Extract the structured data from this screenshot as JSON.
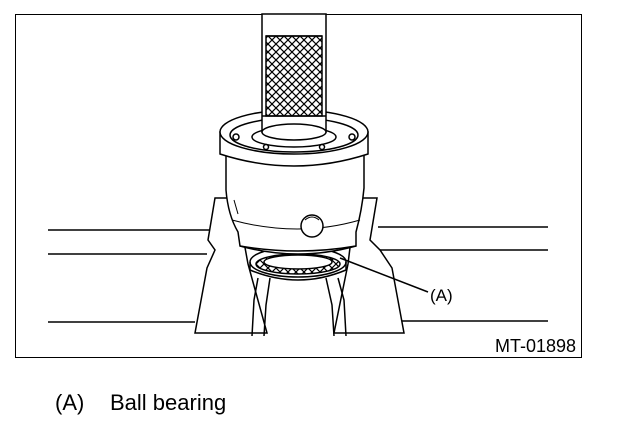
{
  "figure": {
    "callout_label": "(A)",
    "figure_id": "MT-01898"
  },
  "legend": {
    "items": [
      {
        "tag": "(A)",
        "text": "Ball bearing"
      }
    ]
  },
  "colors": {
    "ink": "#000000",
    "background": "#ffffff"
  }
}
